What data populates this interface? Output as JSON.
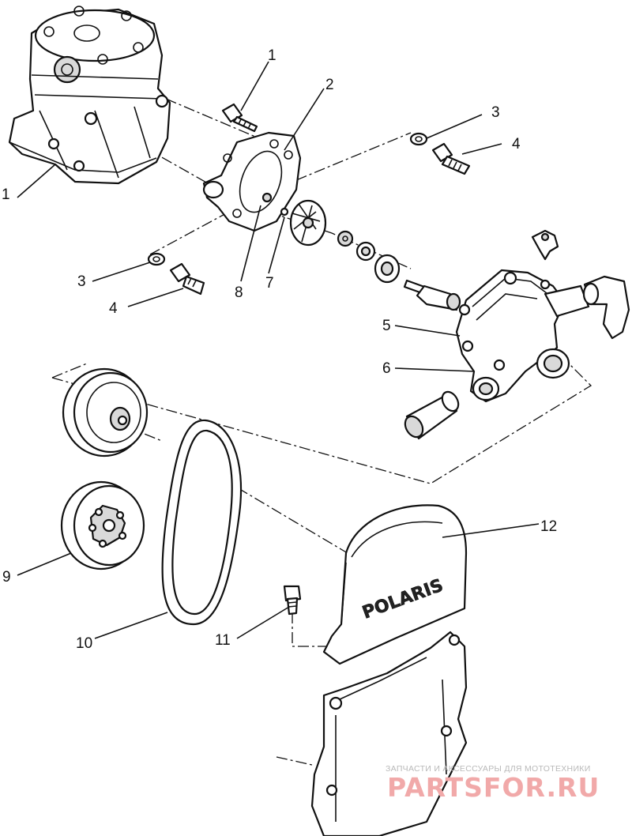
{
  "diagram": {
    "callouts": [
      {
        "id": "c1a",
        "label": "1"
      },
      {
        "id": "c1b",
        "label": "1"
      },
      {
        "id": "c2",
        "label": "2"
      },
      {
        "id": "c3a",
        "label": "3"
      },
      {
        "id": "c3b",
        "label": "3"
      },
      {
        "id": "c4a",
        "label": "4"
      },
      {
        "id": "c4b",
        "label": "4"
      },
      {
        "id": "c5",
        "label": "5"
      },
      {
        "id": "c6",
        "label": "6"
      },
      {
        "id": "c7",
        "label": "7"
      },
      {
        "id": "c8",
        "label": "8"
      },
      {
        "id": "c9",
        "label": "9"
      },
      {
        "id": "c10",
        "label": "10"
      },
      {
        "id": "c11",
        "label": "11"
      },
      {
        "id": "c12",
        "label": "12"
      }
    ],
    "logo_text": "POLARIS"
  },
  "watermark": {
    "top_text": "ЗАПЧАСТИ И АКСЕССУАРЫ ДЛЯ МОТОТЕХНИКИ",
    "main_text": "PARTSFOR.RU",
    "color": "#f1a9a9"
  }
}
